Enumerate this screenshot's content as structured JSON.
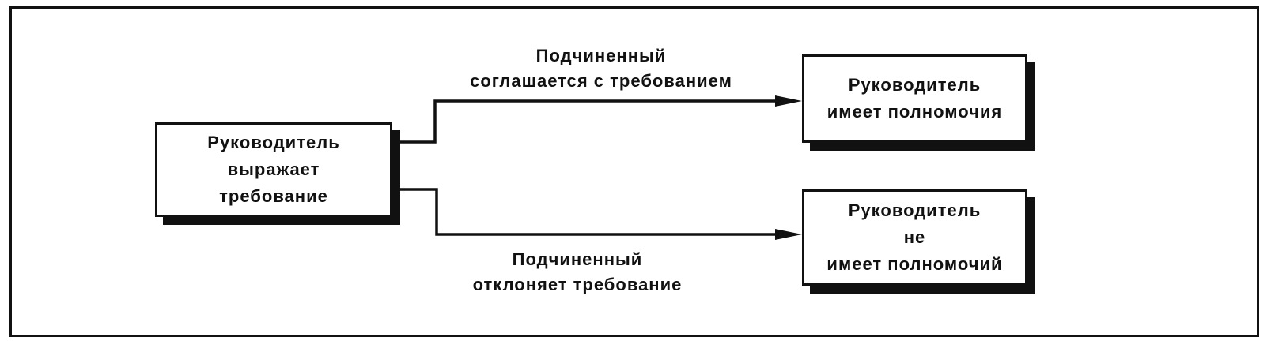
{
  "diagram": {
    "source": {
      "lines": [
        "Руководитель",
        "выражает",
        "требование"
      ]
    },
    "top_outcome": {
      "lines": [
        "Руководитель",
        "имеет полномочия"
      ]
    },
    "bottom_outcome": {
      "lines": [
        "Руководитель",
        "не",
        "имеет полномочий"
      ]
    },
    "edge_accept": {
      "lines": [
        "Подчиненный",
        "соглашается с требованием"
      ]
    },
    "edge_reject": {
      "lines": [
        "Подчиненный",
        "отклоняет требование"
      ]
    },
    "colors": {
      "stroke": "#111111",
      "background": "#ffffff"
    }
  }
}
